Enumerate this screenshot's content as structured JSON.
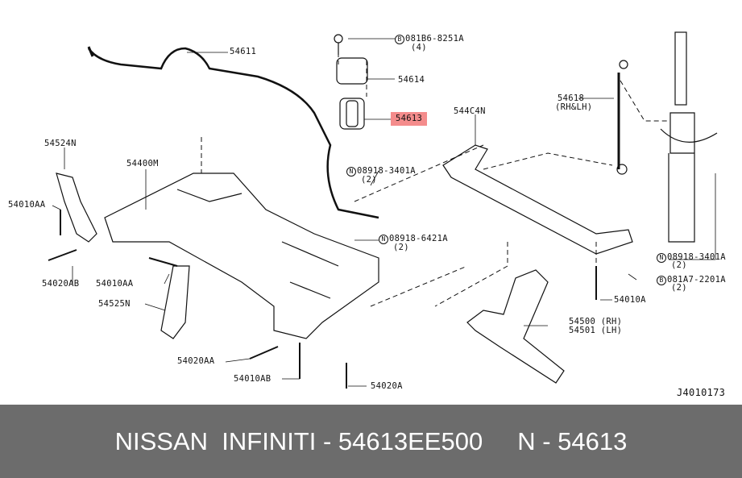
{
  "diagram_id": "J4010173",
  "labels": {
    "p54611": "54611",
    "p0818b6": "081B6-8251A",
    "p0818b6_qty": "(4)",
    "p54614": "54614",
    "p54613": "54613",
    "p544c4n": "544C4N",
    "p54618": "54618",
    "p54618_side": "(RH&LH)",
    "p54524n": "54524N",
    "p54400m": "54400M",
    "p08918_3401a_left": "08918-3401A",
    "p08918_3401a_left_qty": "(2)",
    "p54010aa_left": "54010AA",
    "p08918_6421a": "08918-6421A",
    "p08918_6421a_qty": "(2)",
    "p08918_3401a_right": "08918-3401A",
    "p08918_3401a_right_qty": "(2)",
    "p081a7": "081A7-2201A",
    "p081a7_qty": "(2)",
    "p54020ab": "54020AB",
    "p54010aa": "54010AA",
    "p54525n": "54525N",
    "p54010a": "54010A",
    "p54500": "54500 (RH)",
    "p54501": "54501 (LH)",
    "p54020aa": "54020AA",
    "p54010ab": "54010AB",
    "p54020a": "54020A"
  },
  "markers": {
    "n": "N",
    "b": "B"
  },
  "highlight_color": "#f48c8c",
  "footer": {
    "text": "NISSAN  INFINITI - 54613EE500     N - 54613"
  }
}
